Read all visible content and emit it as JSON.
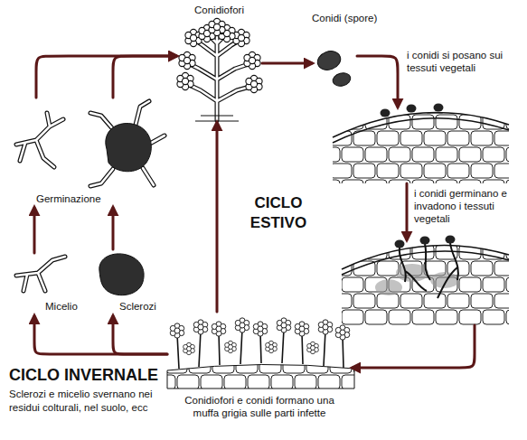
{
  "diagram": {
    "nodes": [
      {
        "text": [
          "Conidiofori"
        ]
      },
      {
        "text": [
          "Conidi (spore)"
        ]
      },
      {
        "text": [
          "i conidi si posano sui tessuti vegetali"
        ]
      },
      {
        "text": [
          "i conidi germinano e invadono i tessuti vegetali"
        ]
      },
      {
        "text": [
          "Conidiofori e conidi formano una muffa grigia sulle parti infette"
        ]
      },
      {
        "text": [
          "Micelio"
        ]
      },
      {
        "text": [
          "Sclerozi"
        ]
      },
      {
        "text": [
          "Germinazione"
        ]
      }
    ],
    "edges": [
      {
        "from": 0,
        "to": 1,
        "arrow": "to"
      },
      {
        "from": 1,
        "to": 2,
        "arrow": "to"
      },
      {
        "from": 2,
        "to": 3,
        "arrow": "to"
      },
      {
        "from": 3,
        "to": 4,
        "arrow": "to"
      },
      {
        "from": 4,
        "to": 0,
        "arrow": "to"
      },
      {
        "from": 4,
        "to": 5,
        "arrow": "to"
      },
      {
        "from": 4,
        "to": 6,
        "arrow": "to"
      },
      {
        "from": 5,
        "to": 7,
        "arrow": "to"
      },
      {
        "from": 6,
        "to": 7,
        "arrow": "to"
      },
      {
        "from": 7,
        "to": 0,
        "arrow": "to"
      },
      {
        "from": 7,
        "to": 0,
        "arrow": "to"
      }
    ],
    "labels": [
      "CICLO ESTIVO",
      "CICLO INVERNALE",
      "Sclerozi e micelio svernano nei residui colturali, nel suolo, ecc"
    ]
  }
}
